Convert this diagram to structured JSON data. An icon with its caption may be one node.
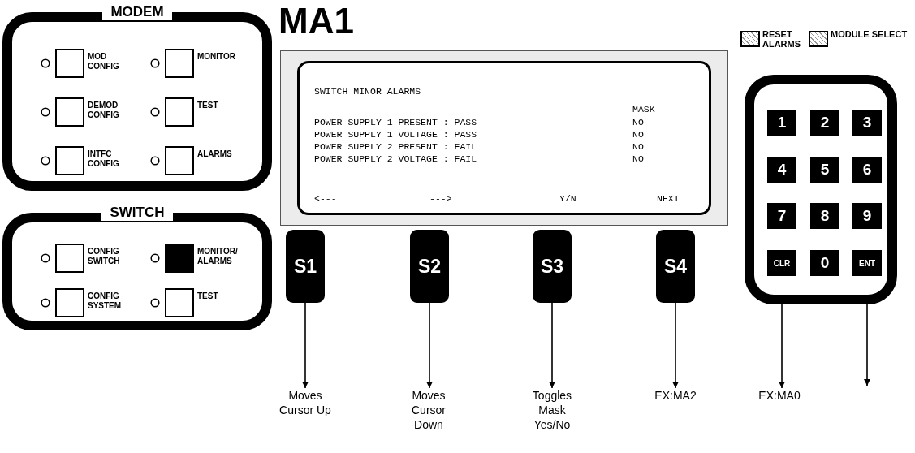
{
  "diagram": {
    "title": "MA1",
    "nodes": [
      {
        "text": [
          "MODEM"
        ]
      },
      {
        "text": [
          "MOD CONFIG"
        ],
        "in": 0
      },
      {
        "text": [
          "MONITOR"
        ],
        "in": 0
      },
      {
        "text": [
          "DEMOD CONFIG"
        ],
        "in": 0
      },
      {
        "text": [
          "TEST"
        ],
        "in": 0
      },
      {
        "text": [
          "INTFC CONFIG"
        ],
        "in": 0
      },
      {
        "text": [
          "ALARMS"
        ],
        "in": 0
      },
      {
        "text": [
          "SWITCH"
        ]
      },
      {
        "text": [
          "CONFIG SWITCH"
        ],
        "in": 7
      },
      {
        "text": [
          "MONITOR/ ALARMS"
        ],
        "in": 7
      },
      {
        "text": [
          "CONFIG SYSTEM"
        ],
        "in": 7
      },
      {
        "text": [
          "TEST"
        ],
        "in": 7
      },
      {
        "text": [
          "SWITCH MINOR ALARMS",
          "MASK",
          "POWER SUPPLY 1 PRESENT : PASS",
          "NO",
          "POWER SUPPLY 1 VOLTAGE : PASS",
          "NO",
          "POWER SUPPLY 2 PRESENT : FAIL",
          "NO",
          "POWER SUPPLY 2 VOLTAGE : FAIL",
          "NO",
          "<---",
          "--->",
          "Y/N",
          "NEXT"
        ]
      },
      {
        "text": [
          "RESET ALARMS"
        ]
      },
      {
        "text": [
          "MODULE SELECT"
        ]
      },
      {
        "text": [],
        "shape": "box"
      },
      {
        "text": [
          "1"
        ],
        "in": 15
      },
      {
        "text": [
          "2"
        ],
        "in": 15
      },
      {
        "text": [
          "3"
        ],
        "in": 15
      },
      {
        "text": [
          "4"
        ],
        "in": 15
      },
      {
        "text": [
          "5"
        ],
        "in": 15
      },
      {
        "text": [
          "6"
        ],
        "in": 15
      },
      {
        "text": [
          "7"
        ],
        "in": 15
      },
      {
        "text": [
          "8"
        ],
        "in": 15
      },
      {
        "text": [
          "9"
        ],
        "in": 15
      },
      {
        "text": [
          "CLR"
        ],
        "in": 15
      },
      {
        "text": [
          "0"
        ],
        "in": 15
      },
      {
        "text": [
          "ENT"
        ],
        "in": 15
      },
      {
        "text": [
          "S1"
        ]
      },
      {
        "text": [
          "S2"
        ]
      },
      {
        "text": [
          "S3"
        ]
      },
      {
        "text": [
          "S4"
        ]
      },
      {
        "text": [
          "Moves Cursor Up"
        ]
      },
      {
        "text": [
          "Moves Cursor Down"
        ]
      },
      {
        "text": [
          "Toggles Mask Yes/No"
        ]
      },
      {
        "text": [
          "EX:MA2"
        ]
      },
      {
        "text": [
          "EX:MA0"
        ]
      }
    ],
    "edges": [
      {
        "from": 28,
        "to": 32,
        "arrow": "to"
      },
      {
        "from": 29,
        "to": 33,
        "arrow": "to"
      },
      {
        "from": 30,
        "to": 34,
        "arrow": "to"
      },
      {
        "from": 31,
        "to": 35,
        "arrow": "to"
      },
      {
        "from": 25,
        "to": 36,
        "arrow": "to"
      },
      {
        "from": 27,
        "to": null,
        "arrow": "to"
      }
    ]
  }
}
